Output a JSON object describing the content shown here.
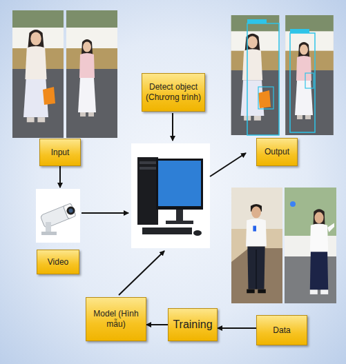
{
  "diagram": {
    "nodes": [
      {
        "text": [
          "Input"
        ]
      },
      {
        "text": [
          "Video"
        ]
      },
      {
        "text": [
          "Detect object (Chương trình)"
        ]
      },
      {
        "text": [
          "Output"
        ]
      },
      {
        "text": [
          "Model (Hình mẫu)"
        ]
      },
      {
        "text": [
          "Training"
        ]
      },
      {
        "text": [
          "Data"
        ]
      }
    ],
    "edges": [
      {
        "from": 0,
        "to": 1,
        "arrow": "to"
      },
      {
        "from": 6,
        "to": 5,
        "arrow": "to"
      },
      {
        "from": 5,
        "to": 4,
        "arrow": "to"
      }
    ]
  }
}
